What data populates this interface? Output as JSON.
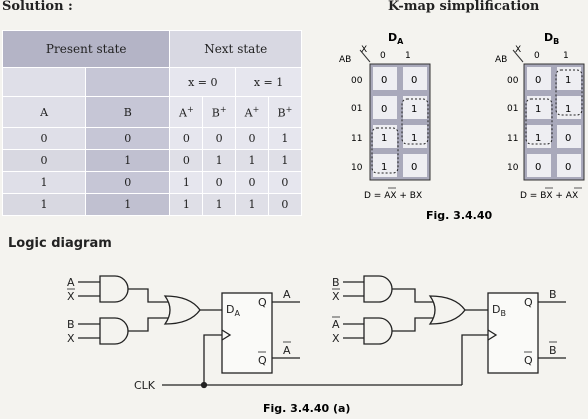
{
  "solution_title": "Solution :",
  "kmap_title": "K-map simplification",
  "logic_title": "Logic diagram",
  "table": {
    "present_state": "Present state",
    "next_state": "Next state",
    "x0": "x = 0",
    "x1": "x = 1",
    "col_a": "A",
    "col_b": "B",
    "col_aplus": "A",
    "col_bplus": "B",
    "plus": "+",
    "rows": [
      [
        "0",
        "0",
        "0",
        "0",
        "0",
        "1"
      ],
      [
        "0",
        "1",
        "0",
        "1",
        "1",
        "1"
      ],
      [
        "1",
        "0",
        "1",
        "0",
        "0",
        "0"
      ],
      [
        "1",
        "1",
        "1",
        "1",
        "1",
        "0"
      ]
    ]
  },
  "kmap_a": {
    "name": "D",
    "sub": "A",
    "ab_label": "AB",
    "x_label": "X",
    "col_headers": [
      "0",
      "1"
    ],
    "row_headers": [
      "00",
      "01",
      "11",
      "10"
    ],
    "cells": [
      [
        "0",
        "0"
      ],
      [
        "0",
        "1"
      ],
      [
        "1",
        "1"
      ],
      [
        "1",
        "0"
      ]
    ],
    "equation": "D  = AX + BX"
  },
  "kmap_b": {
    "name": "D",
    "sub": "B",
    "ab_label": "AB",
    "x_label": "X",
    "col_headers": [
      "0",
      "1"
    ],
    "row_headers": [
      "00",
      "01",
      "11",
      "10"
    ],
    "cells": [
      [
        "0",
        "1"
      ],
      [
        "1",
        "1"
      ],
      [
        "1",
        "0"
      ],
      [
        "0",
        "0"
      ]
    ],
    "equation": "D  = BX + AX"
  },
  "fig_kmap": "Fig. 3.4.40",
  "fig_logic": "Fig. 3.4.40 (a)",
  "circuit": {
    "inA1": "A",
    "inX1": "X",
    "inB1": "B",
    "inX2": "X",
    "inB2": "B",
    "inX3": "X",
    "inA2": "A",
    "inX4": "X",
    "ff1_d": "D",
    "ff1_sub": "A",
    "ff1_q": "Q",
    "ff1_qbar": "Q",
    "ff1_out": "A",
    "ff1_outbar": "A",
    "ff2_d": "D",
    "ff2_sub": "B",
    "ff2_q": "Q",
    "ff2_qbar": "Q",
    "ff2_out": "B",
    "ff2_outbar": "B",
    "clk": "CLK"
  }
}
